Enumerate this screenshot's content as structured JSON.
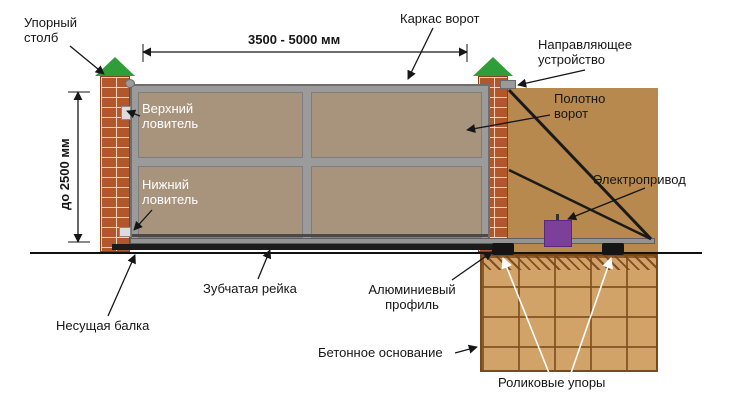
{
  "labels": {
    "support_post": "Упорный столб",
    "dimension_width": "3500 - 5000 мм",
    "dimension_height": "до 2500 мм",
    "gate_frame": "Каркас ворот",
    "guide_device": "Направляющее устройство",
    "gate_panel": "Полотно ворот",
    "upper_catcher": "Верхний ловитель",
    "lower_catcher": "Нижний ловитель",
    "electric_drive": "Электропривод",
    "gear_rack": "Зубчатая рейка",
    "carrying_beam": "Несущая балка",
    "aluminum_profile": "Алюминиевый профиль",
    "concrete_foundation": "Бетонное основание",
    "roller_supports": "Роликовые упоры"
  },
  "colors": {
    "brick": "#b2572b",
    "pillar_cap_green": "#2f9e38",
    "gate_panel_tan": "#a8937c",
    "back_wall_tan": "#b8894e",
    "foundation_tan": "#d2a368",
    "frame_gray": "#9b9b9b",
    "electric_drive_purple": "#7c3f9a",
    "line_black": "#161616"
  }
}
